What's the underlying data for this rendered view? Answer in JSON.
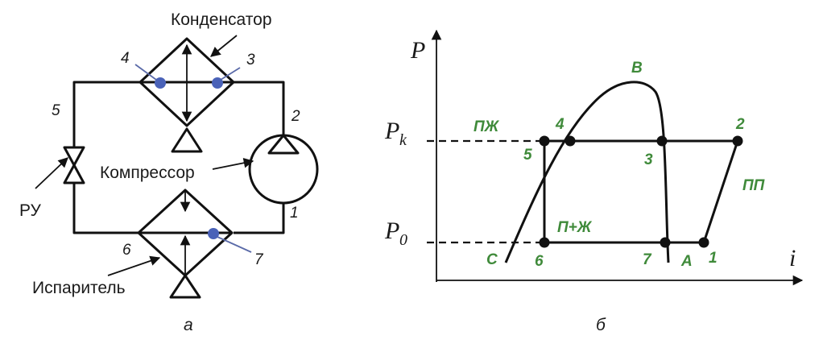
{
  "colors": {
    "line": "#111111",
    "green_label": "#3f8a3a",
    "blue_point": "#4a62b8"
  },
  "scheme": {
    "caption": "а",
    "condenser_label": "Конденсатор",
    "compressor_label": "Компрессор",
    "evaporator_label": "Испаритель",
    "valve_label": "РУ",
    "points": {
      "p1": "1",
      "p2": "2",
      "p3": "3",
      "p4": "4",
      "p5": "5",
      "p6": "6",
      "p7": "7"
    }
  },
  "diagram": {
    "caption": "б",
    "y_axis_label": "P",
    "x_axis_label": "i",
    "pk_main": "P",
    "pk_sub": "k",
    "p0_main": "P",
    "p0_sub": "0",
    "regions": {
      "liquid": "ПЖ",
      "vapor": "ПП",
      "mixture": "П+Ж"
    },
    "points": {
      "B": "B",
      "A": "A",
      "C": "C",
      "p1": "1",
      "p2": "2",
      "p3": "3",
      "p4": "4",
      "p5": "5",
      "p6": "6",
      "p7": "7"
    }
  }
}
